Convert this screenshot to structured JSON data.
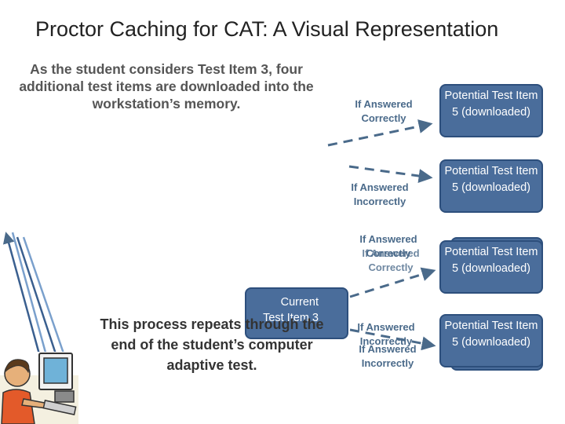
{
  "title": "Proctor Caching for CAT: A Visual Representation",
  "intro_text": "As the student considers Test Item 3, four additional test items are downloaded into the workstation’s memory.",
  "outro_text": "This process repeats through the end of the student’s computer adaptive test.",
  "current_item": {
    "line1": "Current",
    "line2": "Test Item 3"
  },
  "branches": [
    {
      "label": "If Answered Correctly",
      "box": "Potential Test Item 5 (downloaded)"
    },
    {
      "label": "If Answered Incorrectly",
      "box": "Potential Test Item 5 (downloaded)"
    },
    {
      "label": "If Answered Correctly",
      "box": "Potential Test Item 5 (downloaded)"
    },
    {
      "label": "If Answered Incorrectly",
      "box": "Potential Test Item 5 (downloaded)"
    }
  ],
  "ghost_labels": [
    "If Answered Correctly",
    "If Answered Incorrectly"
  ],
  "colors": {
    "box_fill": "#4a6d9b",
    "box_border": "#2d4f7c",
    "arrow": "#4a6a8a",
    "label": "#4a6a8a"
  }
}
